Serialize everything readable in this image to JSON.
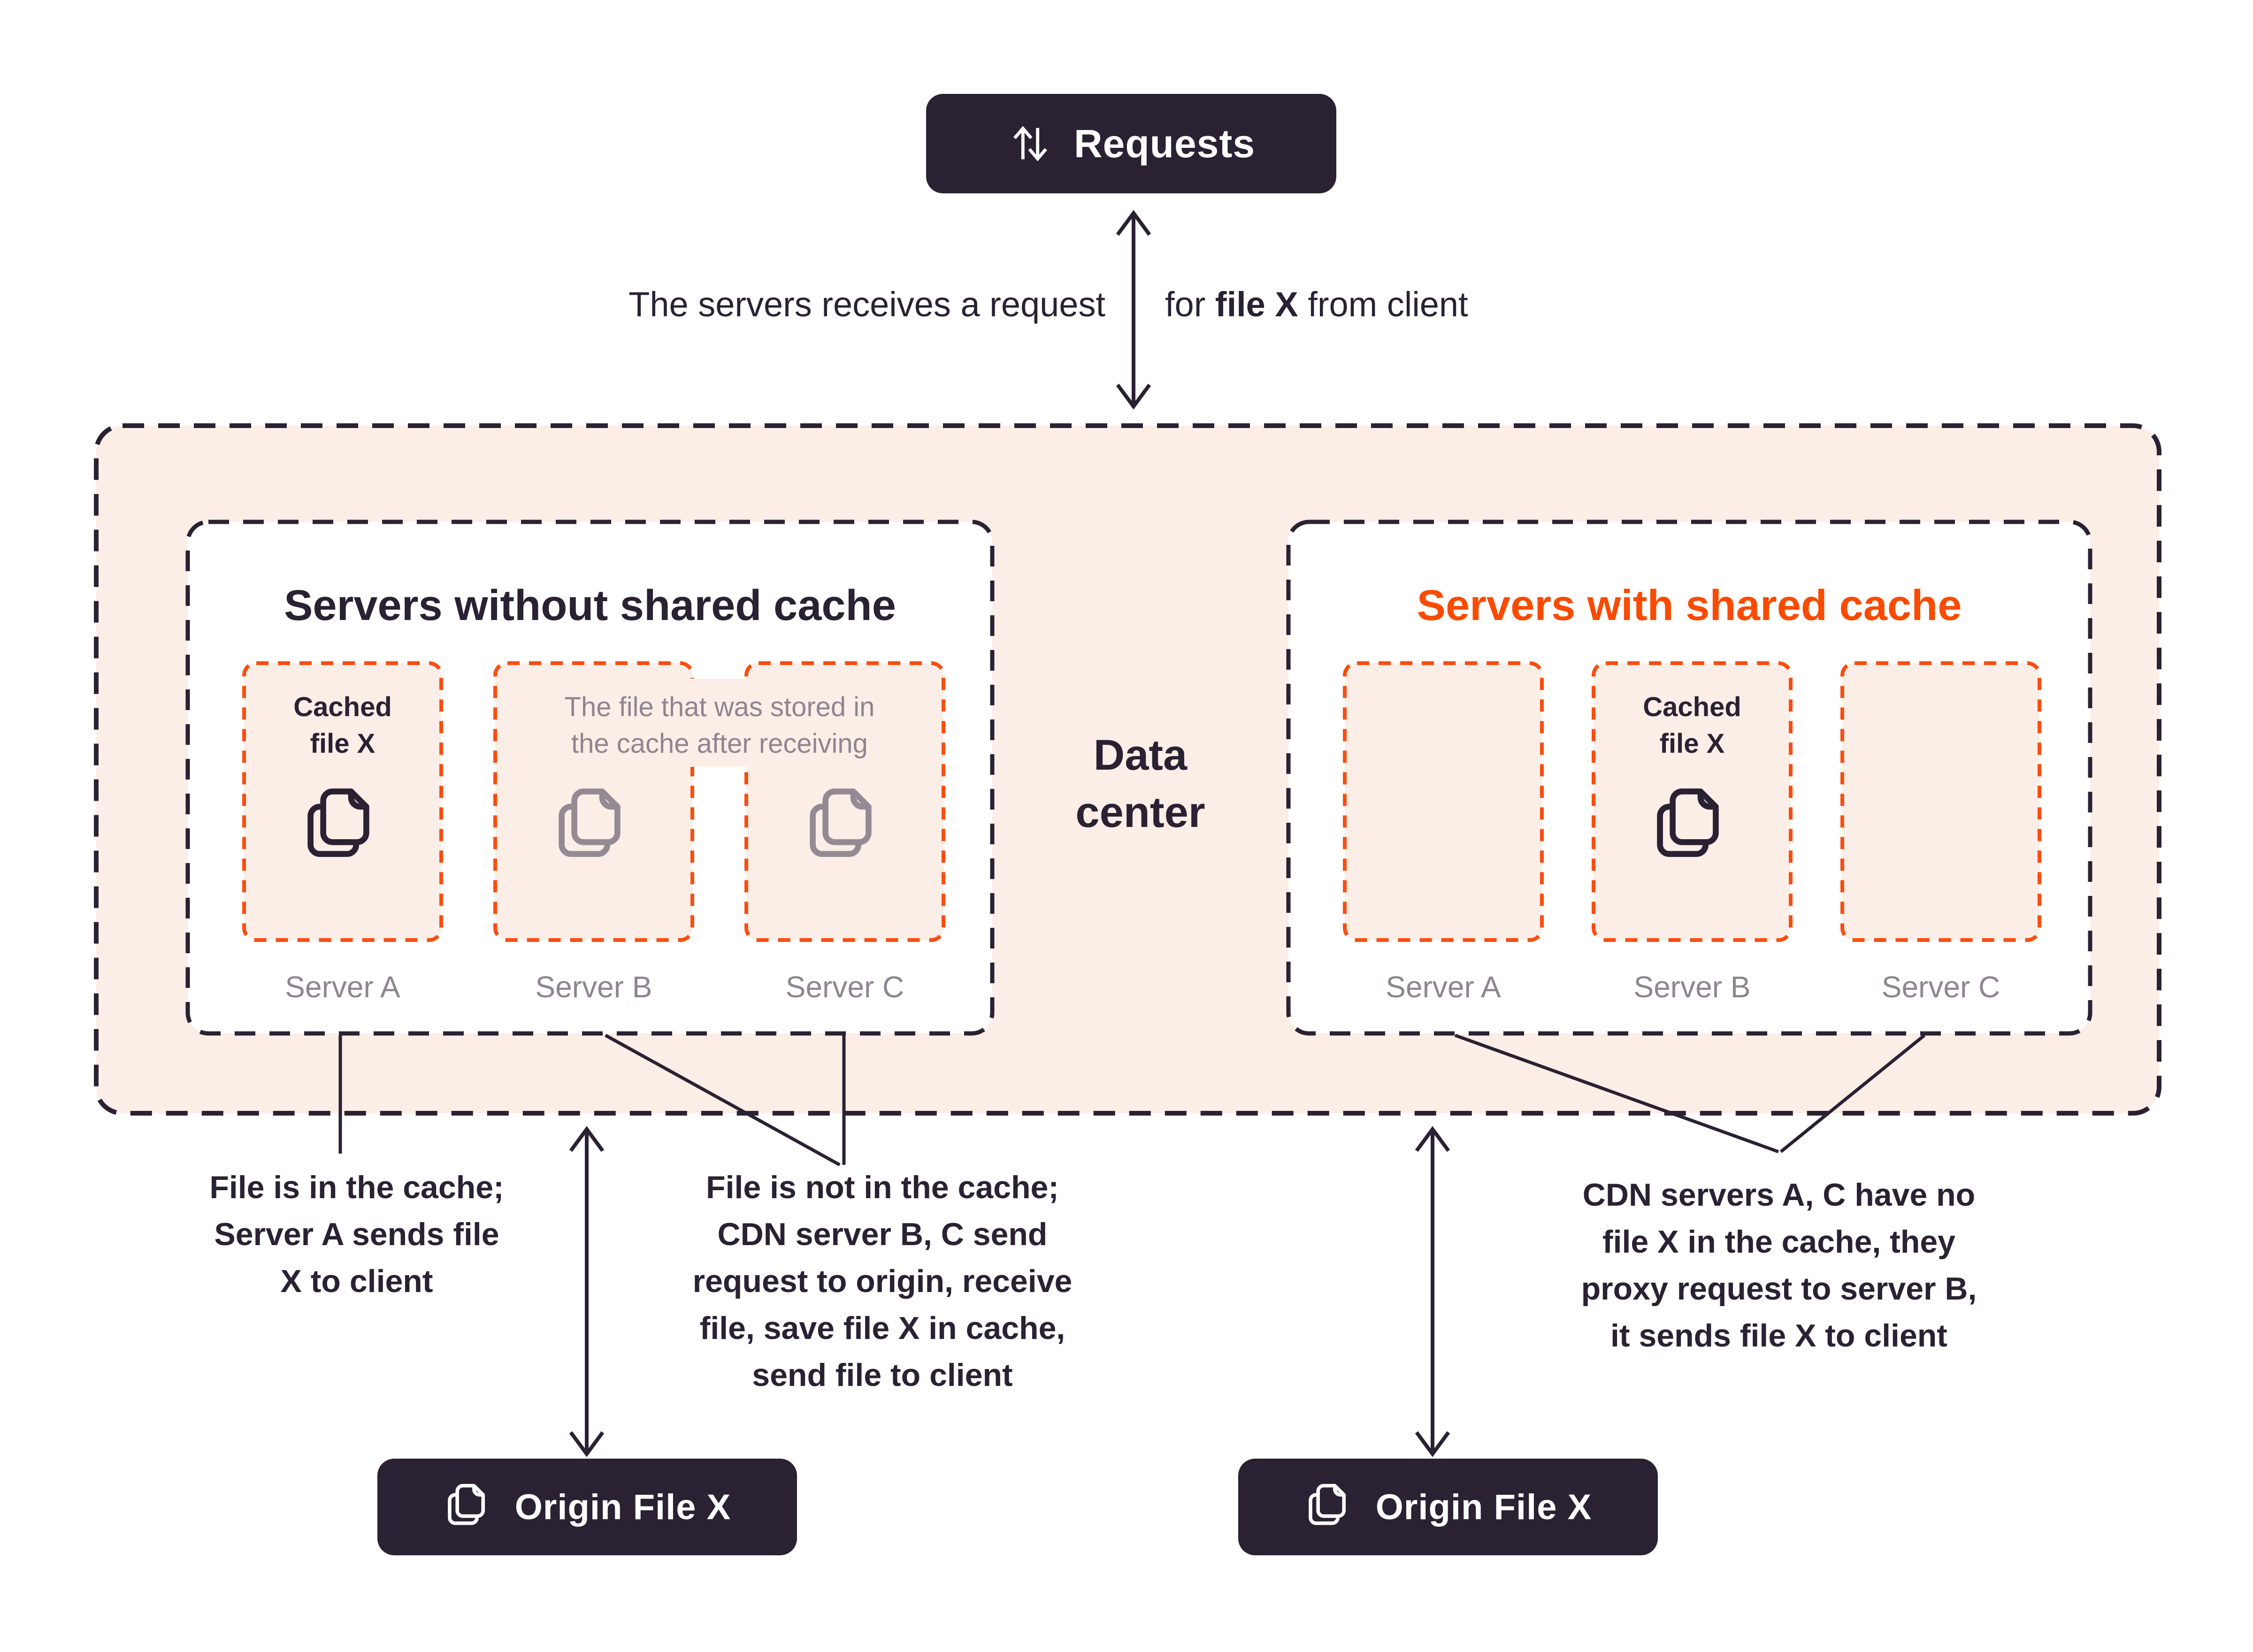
{
  "colors": {
    "dark": "#2A2133",
    "peach": "#FBEEE7",
    "orange_title": "#F94B00",
    "orange_dash": "#FA4D10",
    "gray": "#8E8590",
    "white": "#FFFFFF"
  },
  "requests_badge": {
    "label": "Requests"
  },
  "top_caption": {
    "left": "The servers receives a request",
    "right_pre": "for ",
    "right_bold": "file X",
    "right_post": " from client"
  },
  "data_center": {
    "label": "Data\ncenter"
  },
  "left_panel": {
    "title": "Servers without shared cache",
    "cached_label": "Cached\nfile X",
    "span_label": "The file that was stored in\nthe cache after receiving",
    "servers": [
      "Server A",
      "Server B",
      "Server C"
    ]
  },
  "right_panel": {
    "title": "Servers with shared cache",
    "cached_label": "Cached\nfile X",
    "servers": [
      "Server A",
      "Server B",
      "Server C"
    ]
  },
  "annotations": {
    "left": "File is in the cache;\nServer A sends file\nX to client",
    "middle": "File is not in the cache;\nCDN server B, C send\nrequest to origin, receive\nfile, save file X in cache,\nsend file to client",
    "right": "CDN servers A, C have no\nfile X in the cache, they\nproxy request to server B,\nit sends file X to client"
  },
  "origin_badges": {
    "left": "Origin File X",
    "right": "Origin File X"
  }
}
